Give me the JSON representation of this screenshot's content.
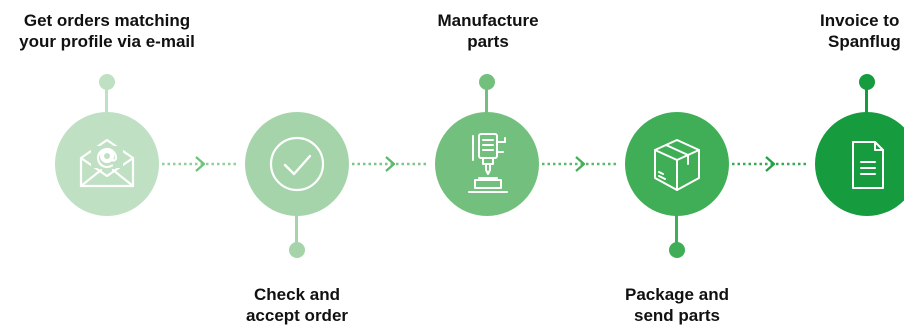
{
  "steps": [
    {
      "id": "email",
      "label_lines": [
        "Get orders matching",
        "your profile via e-mail"
      ],
      "color": "#bfe0c3",
      "accent": "#a9d4ae",
      "icon": "envelope-at-icon"
    },
    {
      "id": "check",
      "label_lines": [
        "Check and",
        "accept order"
      ],
      "color": "#a5d4aa",
      "accent": "#8fca96",
      "icon": "checkmark-circle-icon"
    },
    {
      "id": "manufacture",
      "label_lines": [
        "Manufacture",
        "parts"
      ],
      "color": "#73c07e",
      "accent": "#67b872",
      "icon": "cnc-machine-icon"
    },
    {
      "id": "package",
      "label_lines": [
        "Package and",
        "send parts"
      ],
      "color": "#3fae56",
      "accent": "#3aa550",
      "icon": "package-box-icon"
    },
    {
      "id": "invoice",
      "label_lines": [
        "Invoice to",
        "Spanflug"
      ],
      "color": "#179b3f",
      "accent": "#1a9a3f",
      "icon": "document-icon"
    }
  ]
}
